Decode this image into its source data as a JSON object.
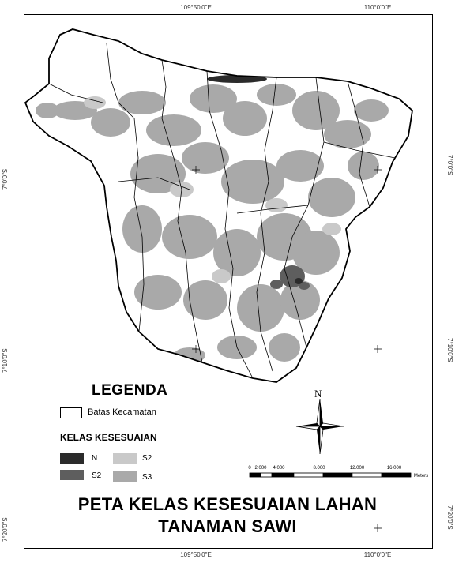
{
  "graticule": {
    "top": [
      "109°50'0\"E",
      "110°0'0\"E"
    ],
    "bottom": [
      "109°50'0\"E",
      "110°0'0\"E"
    ],
    "left": [
      "7°0'0\"S",
      "7°10'0\"S",
      "7°20'0\"S"
    ],
    "right": [
      "7°0'0\"S",
      "7°10'0\"S",
      "7°20'0\"S"
    ]
  },
  "legend": {
    "title": "LEGENDA",
    "boundary_label": "Batas Kecamatan",
    "class_title": "KELAS KESESUAIAN",
    "classes": [
      {
        "label": "N",
        "color": "#2b2b2b"
      },
      {
        "label": "S2",
        "color": "#5e5e5e"
      },
      {
        "label": "S2",
        "color": "#c9c9c9"
      },
      {
        "label": "S3",
        "color": "#a9a9a9"
      }
    ]
  },
  "north_arrow": {
    "label": "N"
  },
  "scale_bar": {
    "ticks": [
      "0",
      "2.000",
      "4.000",
      "8.000",
      "12.000",
      "16.000"
    ],
    "unit": "Meters"
  },
  "title": {
    "line1": "PETA KELAS KESESUAIAN LAHAN",
    "line2": "TANAMAN SAWI"
  },
  "colors": {
    "land": "#ffffff",
    "suitability_s3": "#a9a9a9",
    "suitability_s2_light": "#c9c9c9",
    "suitability_s2_dark": "#5e5e5e",
    "suitability_n": "#2b2b2b",
    "boundary": "#000000"
  }
}
